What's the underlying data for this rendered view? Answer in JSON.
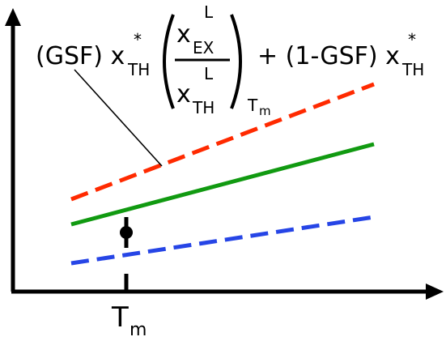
{
  "formula": {
    "gsf_term": "(GSF) x",
    "sub_th": "TH",
    "star": "*",
    "num_x": "x",
    "num_sub": "EX",
    "num_sup": "L",
    "den_x": "x",
    "den_sub": "TH",
    "den_sup": "L",
    "bracket_sub": "T",
    "bracket_sub_sub": "m",
    "plus_term": "+ (1-GSF) x",
    "sub_th2": "TH",
    "star2": "*"
  },
  "axis": {
    "x_tick_label": "T",
    "x_tick_label_sub": "m"
  },
  "colors": {
    "red_dashed": "#ff2a00",
    "green_solid": "#119a11",
    "blue_dashed": "#2645e6",
    "black": "#000000"
  }
}
